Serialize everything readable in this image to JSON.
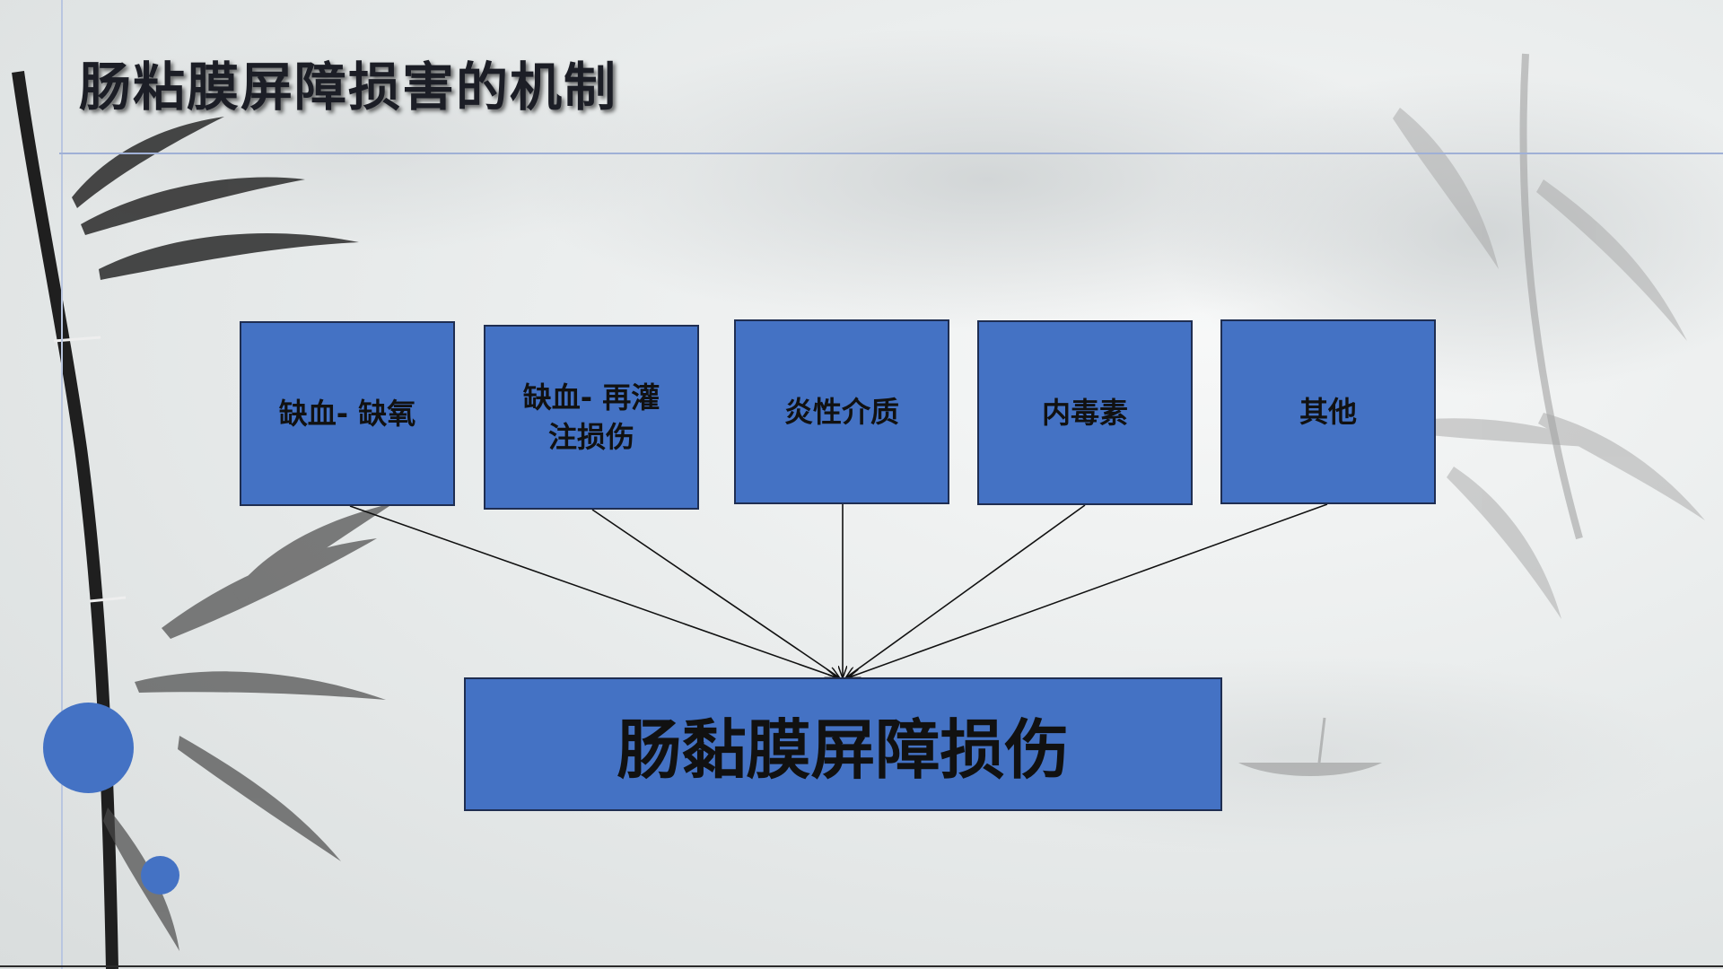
{
  "slide": {
    "title": "肠粘膜屏障损害的机制"
  },
  "causes": [
    {
      "line1": "缺血- 缺氧",
      "line2": ""
    },
    {
      "line1": "缺血- 再灌",
      "line2": "注损伤"
    },
    {
      "line1": "炎性介质",
      "line2": ""
    },
    {
      "line1": "内毒素",
      "line2": ""
    },
    {
      "line1": "其他",
      "line2": ""
    }
  ],
  "result": {
    "label": "肠黏膜屏障损伤"
  },
  "colors": {
    "box_fill": "#4472c4",
    "box_border": "#1f2e52",
    "accent_dots": "#4472c4",
    "text": "#111111"
  }
}
